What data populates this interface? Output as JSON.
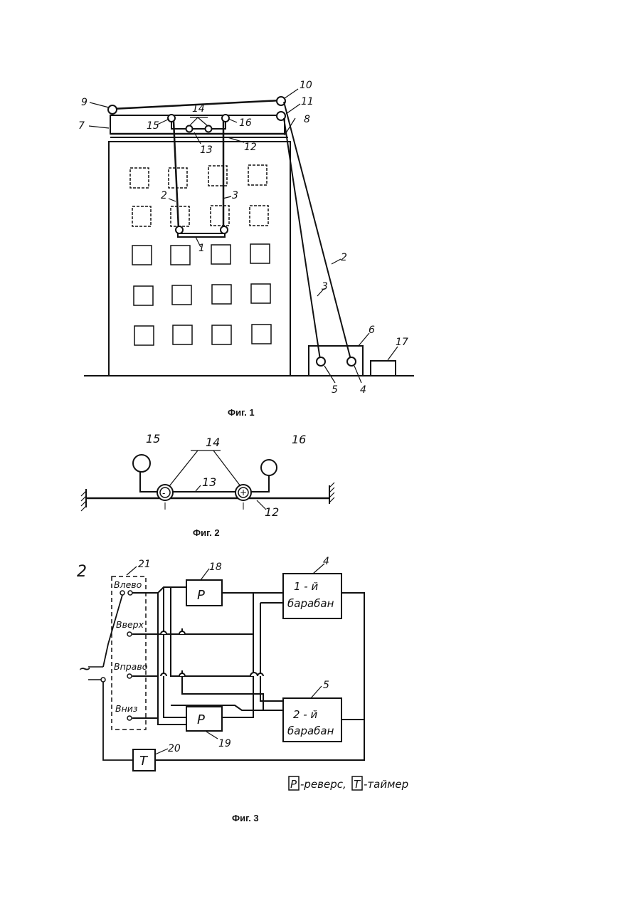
{
  "fig1": {
    "caption": "Фиг. 1",
    "labels": {
      "n1": "1",
      "n2a": "2",
      "n2b": "2",
      "n3a": "3",
      "n3b": "3",
      "n4": "4",
      "n5": "5",
      "n6": "6",
      "n7": "7",
      "n8": "8",
      "n9": "9",
      "n10": "10",
      "n11": "11",
      "n12": "12",
      "n13": "13",
      "n14": "14",
      "n15": "15",
      "n16": "16",
      "n17": "17"
    }
  },
  "fig2": {
    "caption": "Фиг. 2",
    "labels": {
      "n12": "12",
      "n13": "13",
      "n14": "14",
      "n15": "15",
      "n16": "16"
    },
    "minus": "-",
    "plus": "+"
  },
  "fig3": {
    "caption": "Фиг. 3",
    "corner_mark": "2",
    "ac_symbol": "~",
    "switch_positions": [
      "Влево",
      "Вверх",
      "Вправо",
      "Вниз"
    ],
    "reverse_top": "Р",
    "reverse_bottom": "Р",
    "timer": "Т",
    "drum1": [
      "1 - й",
      "барабан"
    ],
    "drum2": [
      "2 - й",
      "барабан"
    ],
    "labels": {
      "n4": "4",
      "n5": "5",
      "n18": "18",
      "n19": "19",
      "n20": "20",
      "n21": "21"
    },
    "legend": {
      "r_box": "Р",
      "r_text": "-реверс,",
      "t_box": "Т",
      "t_text": "-таймер"
    }
  }
}
